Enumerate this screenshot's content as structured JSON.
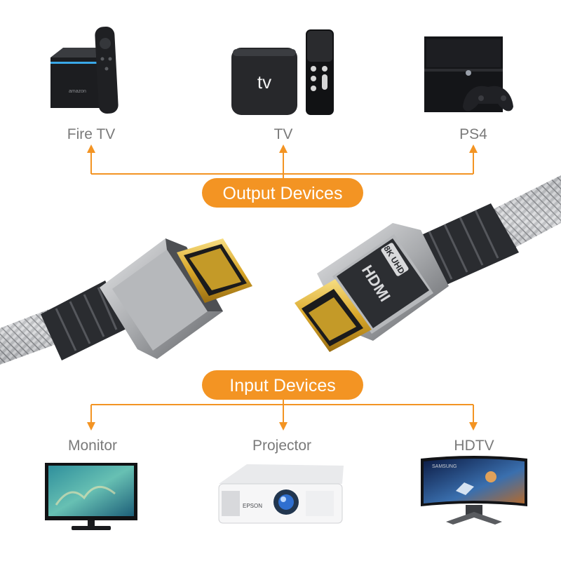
{
  "colors": {
    "accent": "#f39423",
    "label": "#7a7a7a",
    "cable": "#6e7073",
    "plug_gold": "#d9a72a"
  },
  "output_section": {
    "title": "Output Devices",
    "devices": [
      {
        "label": "Fire TV",
        "icon": "fire-tv-box-with-remote"
      },
      {
        "label": "TV",
        "icon": "apple-tv-box-with-remote"
      },
      {
        "label": "PS4",
        "icon": "ps4-console-with-controller"
      }
    ]
  },
  "input_section": {
    "title": "Input Devices",
    "devices": [
      {
        "label": "Monitor",
        "icon": "monitor"
      },
      {
        "label": "Projector",
        "icon": "projector"
      },
      {
        "label": "HDTV",
        "icon": "curved-hdtv"
      }
    ]
  },
  "cable": {
    "plug_text": "HDMI",
    "badge_text": "8K UHD"
  },
  "device_text": {
    "apple_tv_logo": "tv",
    "fire_tv_brand": "amazon",
    "projector_brand": "EPSON",
    "hdtv_brand": "SAMSUNG"
  }
}
